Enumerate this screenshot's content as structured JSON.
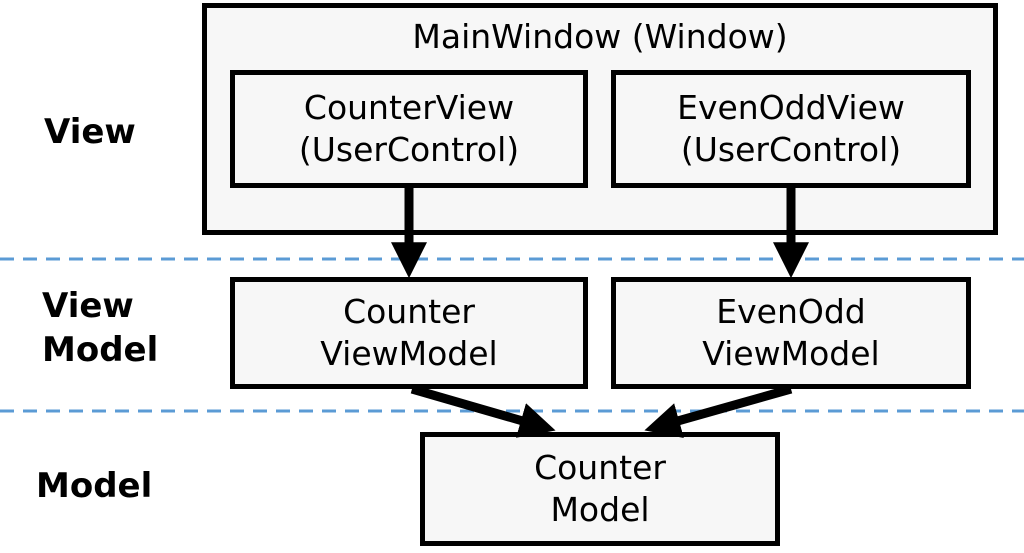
{
  "layers": {
    "view": "View",
    "viewmodel_line1": "View",
    "viewmodel_line2": "Model",
    "model": "Model"
  },
  "main_window": {
    "title": "MainWindow (Window)"
  },
  "views": {
    "counter": {
      "line1": "CounterView",
      "line2": "(UserControl)"
    },
    "evenodd": {
      "line1": "EvenOddView",
      "line2": "(UserControl)"
    }
  },
  "viewmodels": {
    "counter": {
      "line1": "Counter",
      "line2": "ViewModel"
    },
    "evenodd": {
      "line1": "EvenOdd",
      "line2": "ViewModel"
    }
  },
  "model": {
    "line1": "Counter",
    "line2": "Model"
  },
  "colors": {
    "separator": "#5b9bd5",
    "box_fill": "#f7f7f7",
    "stroke": "#000000"
  }
}
